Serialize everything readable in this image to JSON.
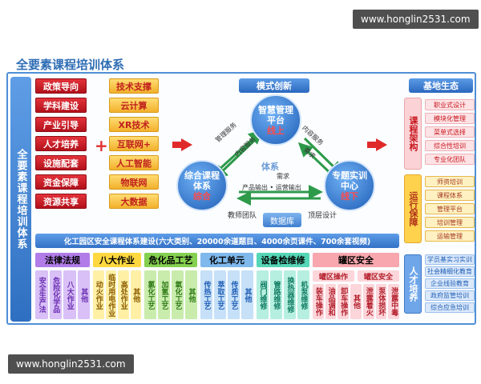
{
  "watermark_top": "www.honglin2531.com",
  "watermark_bottom": "www.honglin2531.com",
  "title": "全要素课程培训体系",
  "left_bar": "全要素课程培训体系",
  "red_items": [
    "政策导向",
    "学科建设",
    "产业引导",
    "人才培养",
    "设施配套",
    "资金保障",
    "资源共享"
  ],
  "plus": "+",
  "gold_items": [
    "技术支撑",
    "云计算",
    "XR技术",
    "互联网+",
    "人工智能",
    "物联网",
    "大数据"
  ],
  "model": {
    "header": "模式创新",
    "top": {
      "main": "智慧管理平台",
      "sub": "线上"
    },
    "left": {
      "main": "综合课程体系",
      "sub": "综合"
    },
    "right": {
      "main": "专题实训中心",
      "sub": "线下"
    },
    "edges": {
      "mgmt_service": "管理服务",
      "content_service": "内容服务",
      "content_service2": "内容服务",
      "demand": "需求",
      "demand2": "需求",
      "product": "产品输出 • 运营输出"
    },
    "system_label": "体系",
    "teacher_team": "教师团队",
    "top_design": "顶层设计",
    "database": "数据库"
  },
  "system_band": "化工园区安全课程体系建设(六大类别、20000余道题目、4000余页课件、700余套视频)",
  "categories": [
    {
      "title": "法律法规",
      "subs": [
        "安全生产法",
        "危险化学品",
        "八大作业",
        "其他"
      ]
    },
    {
      "title": "八大作业",
      "subs": [
        "动火作业",
        "临时用电作业",
        "高处作业",
        "其他"
      ]
    },
    {
      "title": "危化品工艺",
      "subs": [
        "氯化工艺",
        "加氢工艺",
        "氧化工艺",
        "其他"
      ]
    },
    {
      "title": "化工单元",
      "subs": [
        "传热工艺",
        "萃取工艺",
        "传质工艺",
        "其他"
      ]
    },
    {
      "title": "设备检维修",
      "subs": [
        "阀门维修",
        "管路维修",
        "换热器维修",
        "机泵维修"
      ]
    },
    {
      "title": "罐区安全",
      "groups": [
        "罐区操作",
        "罐区安全"
      ],
      "subs": [
        "装车操作",
        "油品调和",
        "卸车操作",
        "其他",
        "泄露着火",
        "泵体损坏",
        "泄露中毒"
      ]
    }
  ],
  "jichu": {
    "header": "基地生态",
    "course_frame": "课程架构",
    "course_items": [
      "职业式设计",
      "模块化管理",
      "菜单式选择",
      "综合性培训",
      "专业化团队"
    ],
    "ops": "运行保障",
    "ops_items": [
      "师资培训",
      "课程体系",
      "管理平台",
      "培训管理",
      "运输管理"
    ],
    "talent": "人才培养",
    "talent_items": [
      "学员基实习实训",
      "社会精细化教育",
      "企业线验教育",
      "政府监管培训",
      "综合应急培训"
    ]
  },
  "colors": {
    "blue": "#2e6db4",
    "red": "#c8161d",
    "gold": "#f5b730",
    "cat_purple": "#b17ce8",
    "cat_yellow": "#ffd840",
    "cat_green": "#84d04f",
    "cat_blue": "#7fb8ec",
    "cat_teal": "#55d6b6",
    "cat_pink": "#f7a7ad"
  }
}
